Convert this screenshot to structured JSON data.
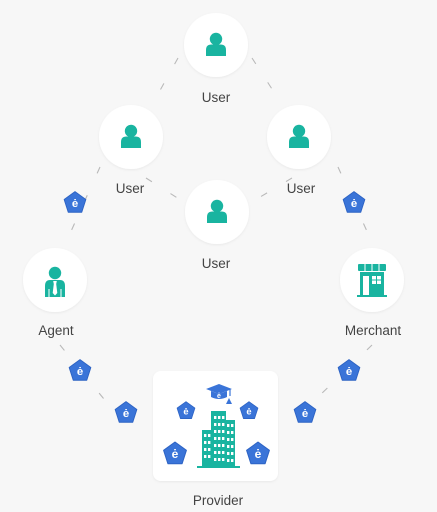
{
  "colors": {
    "background": "#f7f7f7",
    "node_fill": "#ffffff",
    "teal": "#19b4a0",
    "token_blue": "#3a74d8",
    "connector": "#b9b9b9"
  },
  "nodes": {
    "user_top": {
      "label": "User",
      "icon": "user-icon"
    },
    "user_left": {
      "label": "User",
      "icon": "user-icon"
    },
    "user_right": {
      "label": "User",
      "icon": "user-icon"
    },
    "user_center": {
      "label": "User",
      "icon": "user-icon"
    },
    "agent": {
      "label": "Agent",
      "icon": "agent-icon"
    },
    "merchant": {
      "label": "Merchant",
      "icon": "store-icon"
    },
    "provider": {
      "label": "Provider",
      "icon": "building-icon"
    }
  },
  "token_icon": "e-currency-token-icon",
  "token_glyph": "ė"
}
